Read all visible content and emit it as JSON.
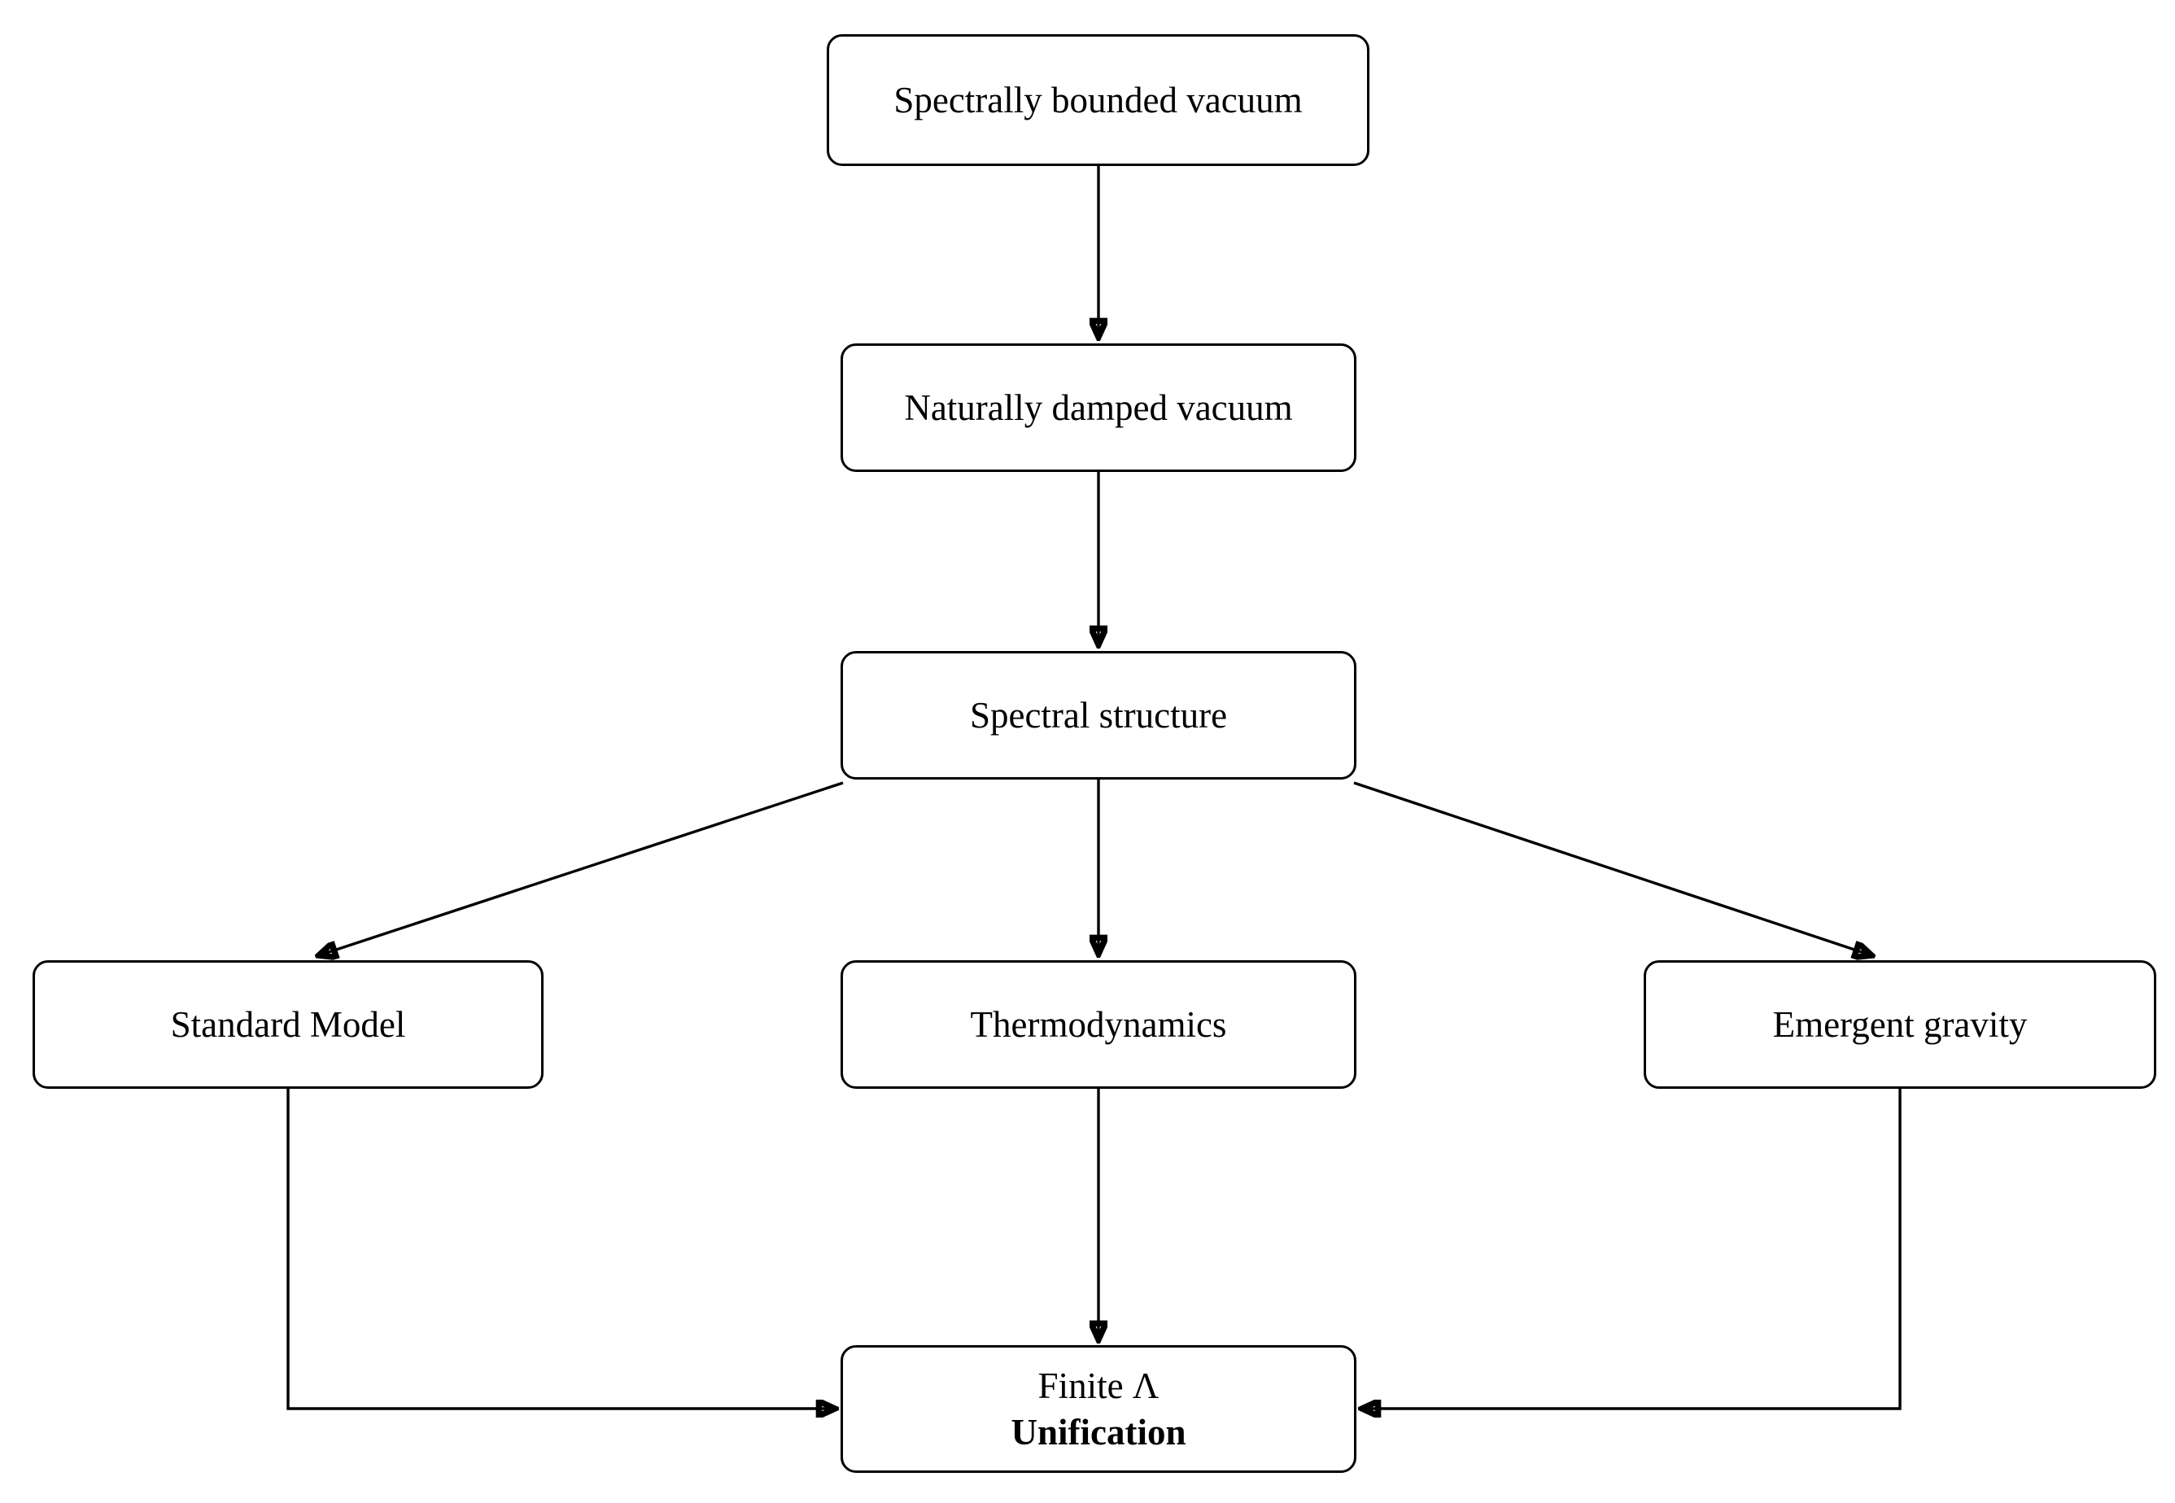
{
  "diagram": {
    "type": "flowchart",
    "background_color": "#ffffff",
    "line_color": "#000000",
    "box_fill_color": "#ffffff",
    "nodes": {
      "spectrally_bounded": {
        "label": "Spectrally bounded vacuum"
      },
      "naturally_damped": {
        "label": "Naturally damped vacuum"
      },
      "spectral_structure": {
        "label": "Spectral structure"
      },
      "standard_model": {
        "label": "Standard Model"
      },
      "thermodynamics": {
        "label": "Thermodynamics"
      },
      "emergent_gravity": {
        "label": "Emergent gravity"
      },
      "unification": {
        "line1": "Finite Λ",
        "line2": "Unification"
      }
    },
    "edges": [
      {
        "from": "spectrally_bounded",
        "to": "naturally_damped",
        "style": "straight-vertical-arrow"
      },
      {
        "from": "naturally_damped",
        "to": "spectral_structure",
        "style": "straight-vertical-arrow"
      },
      {
        "from": "spectral_structure",
        "to": "standard_model",
        "style": "diagonal-arrow"
      },
      {
        "from": "spectral_structure",
        "to": "thermodynamics",
        "style": "straight-vertical-arrow"
      },
      {
        "from": "spectral_structure",
        "to": "emergent_gravity",
        "style": "diagonal-arrow"
      },
      {
        "from": "standard_model",
        "to": "unification",
        "style": "elbow-down-right-arrow"
      },
      {
        "from": "thermodynamics",
        "to": "unification",
        "style": "straight-vertical-arrow"
      },
      {
        "from": "emergent_gravity",
        "to": "unification",
        "style": "elbow-down-left-arrow"
      }
    ]
  }
}
